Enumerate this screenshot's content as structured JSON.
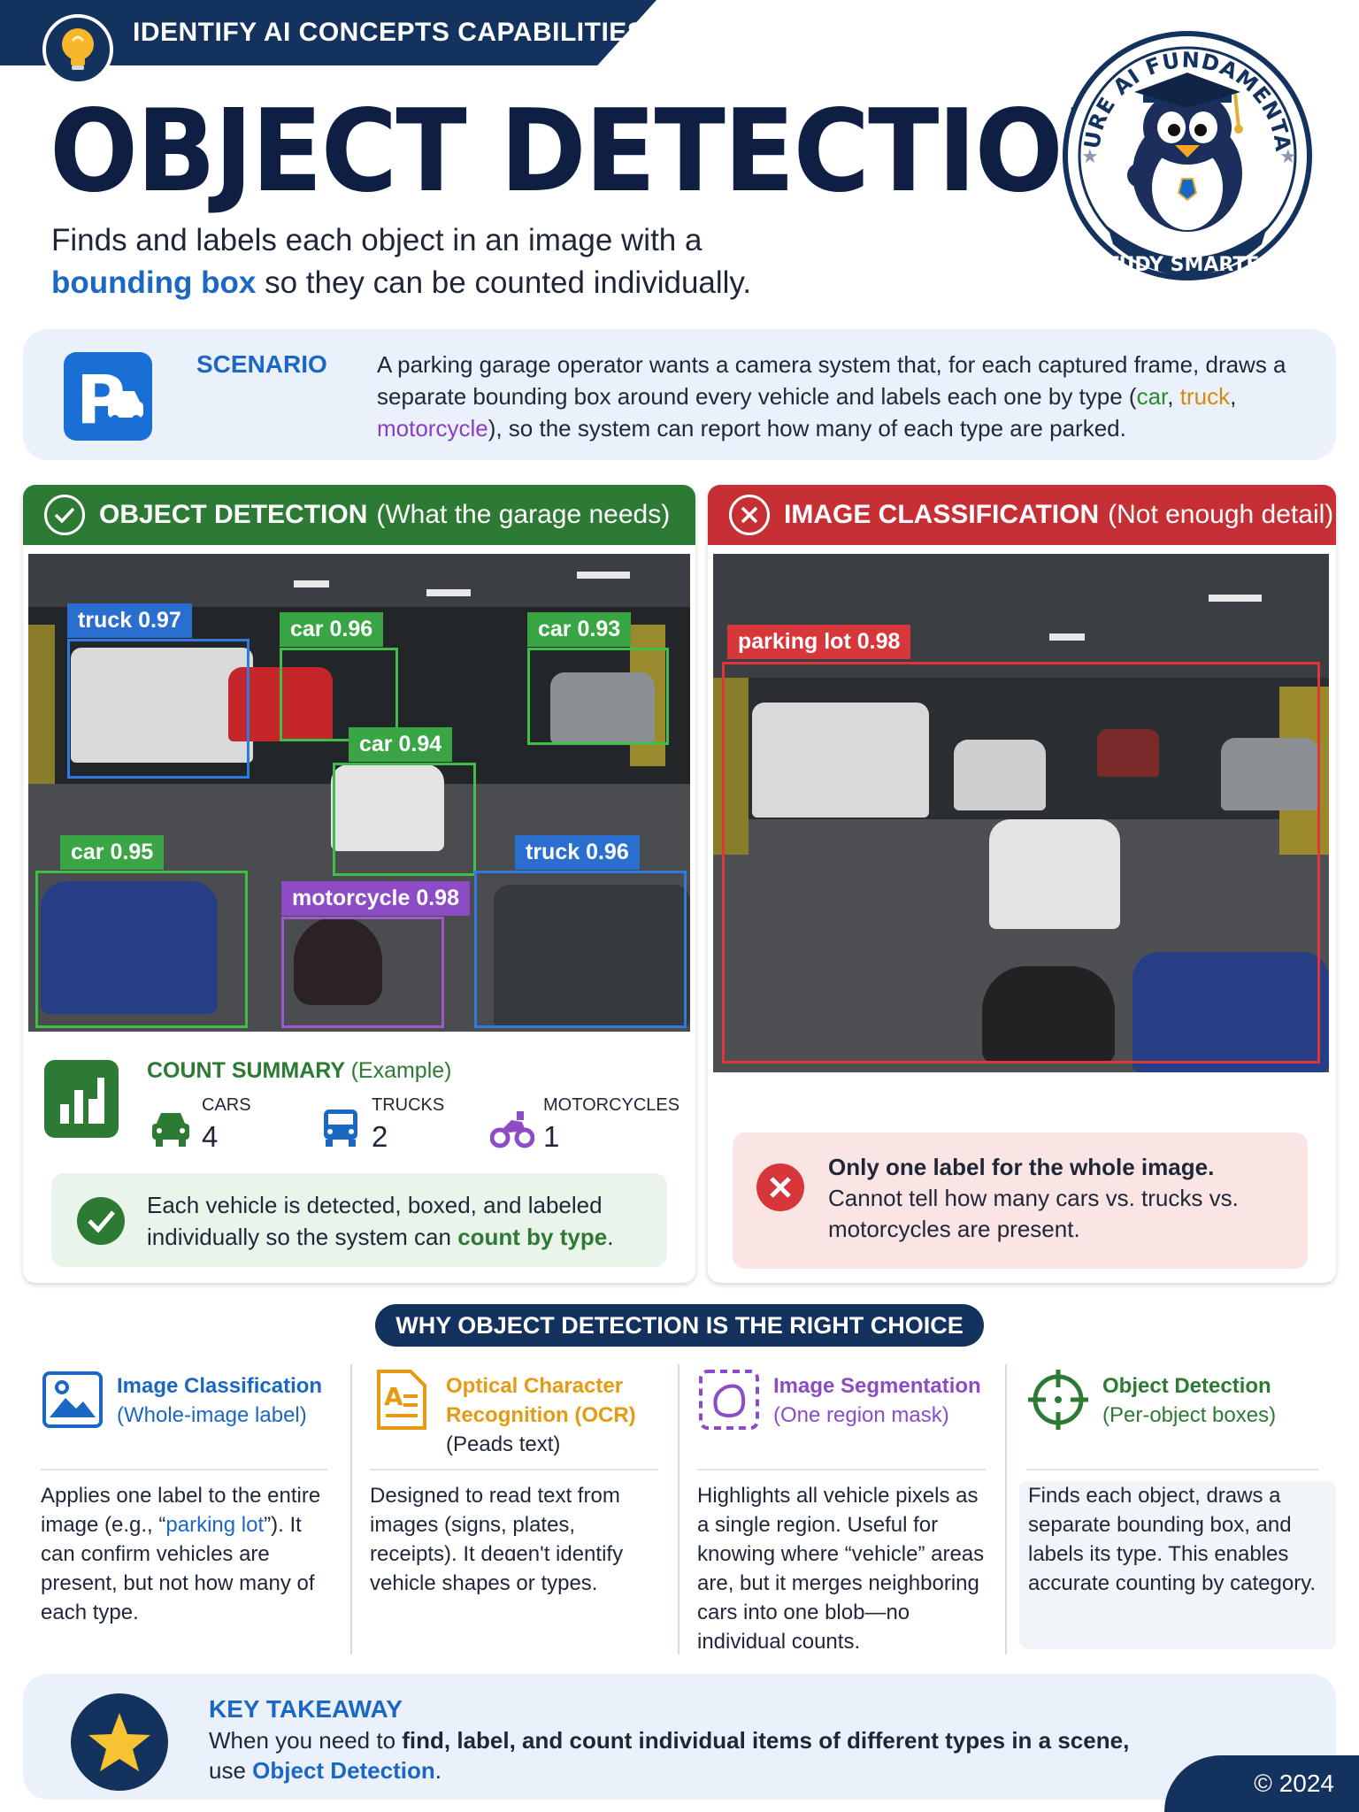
{
  "header": {
    "banner": "IDENTIFY AI CONCEPTS CAPABILITIES",
    "title": "OBJECT DETECTION",
    "subtitle_pre": "Finds and labels each object in an image with a",
    "subtitle_highlight": "bounding box",
    "subtitle_post": "so they can be counted individually."
  },
  "badge": {
    "top_text": "AZURE AI FUNDAMENTALS",
    "bottom_text": "STUDY SMARTER!"
  },
  "scenario": {
    "label": "SCENARIO",
    "text_pre": "A parking garage operator wants a camera system that, for each captured frame, draws a separate bounding box around every vehicle and labels each one by type (",
    "car": "car",
    "comma1": ", ",
    "truck": "truck",
    "comma2": ", ",
    "motorcycle": "motorcycle",
    "text_post": "), so the system can report how many of each type are parked."
  },
  "left_panel": {
    "title": "OBJECT DETECTION",
    "title_rest": "(What the garage needs)",
    "detections": {
      "d1": "truck 0.97",
      "d2": "car 0.96",
      "d3": "car 0.93",
      "d4": "car 0.94",
      "d5": "car 0.95",
      "d6": "motorcycle 0.98",
      "d7": "truck 0.96"
    },
    "count_title": "COUNT SUMMARY",
    "count_title_rest": "(Example)",
    "counts": {
      "cars_label": "CARS",
      "cars_value": "4",
      "trucks_label": "TRUCKS",
      "trucks_value": "2",
      "motorcycles_label": "MOTORCYCLES",
      "motorcycles_value": "1"
    },
    "note_pre": "Each vehicle is detected, boxed, and labeled individually so the system can",
    "note_bold": "count by type",
    "note_post": "."
  },
  "right_panel": {
    "title": "IMAGE CLASSIFICATION",
    "title_rest": "(Not enough detail)",
    "label": "parking lot 0.98",
    "note_bold": "Only one label for the whole image.",
    "note_text": "Cannot tell how many cars vs. trucks vs. motorcycles are present."
  },
  "why": {
    "heading": "WHY OBJECT DETECTION IS THE RIGHT CHOICE",
    "columns": [
      {
        "title": "Image Classification",
        "sub": "(Whole-image label)",
        "color": "#1b68c4",
        "body_pre": "Applies one label to the entire image (e.g., “",
        "body_hl": "parking lot",
        "body_post": "”). It can confirm vehicles are present, but not how many of each type."
      },
      {
        "title": "Optical Character Recognition (OCR)",
        "sub": "(Peads text)",
        "color": "#e59a12",
        "body": "Designed to read text from images (signs, plates, receipts). It deɑen't identify vehicle shapes or types."
      },
      {
        "title": "Image Segmentation",
        "sub": "(One region mask)",
        "color": "#8e4bc6",
        "body": "Highlights all vehicle pixels as a single region. Useful for knowing where “vehicle” areas are, but it merges neighboring cars into one blob—no individual counts."
      },
      {
        "title": "Object Detection",
        "sub": "(Per-object boxes)",
        "color": "#2d7a34",
        "body": "Finds each object, draws a separate bounding box, and labels its type. This enables accurate counting by category."
      }
    ]
  },
  "takeaway": {
    "title": "KEY TAKEAWAY",
    "pre": "When you need to ",
    "bold": "find, label, and count individual items of different types in a scene,",
    "mid": "use ",
    "od": "Object Detection",
    "post": "."
  },
  "copyright": "© 2024",
  "colors": {
    "navy": "#14325e",
    "blue": "#1b68c4",
    "green": "#2d7a34",
    "red": "#c62f33",
    "orange": "#e59a12",
    "purple": "#8e4bc6"
  }
}
